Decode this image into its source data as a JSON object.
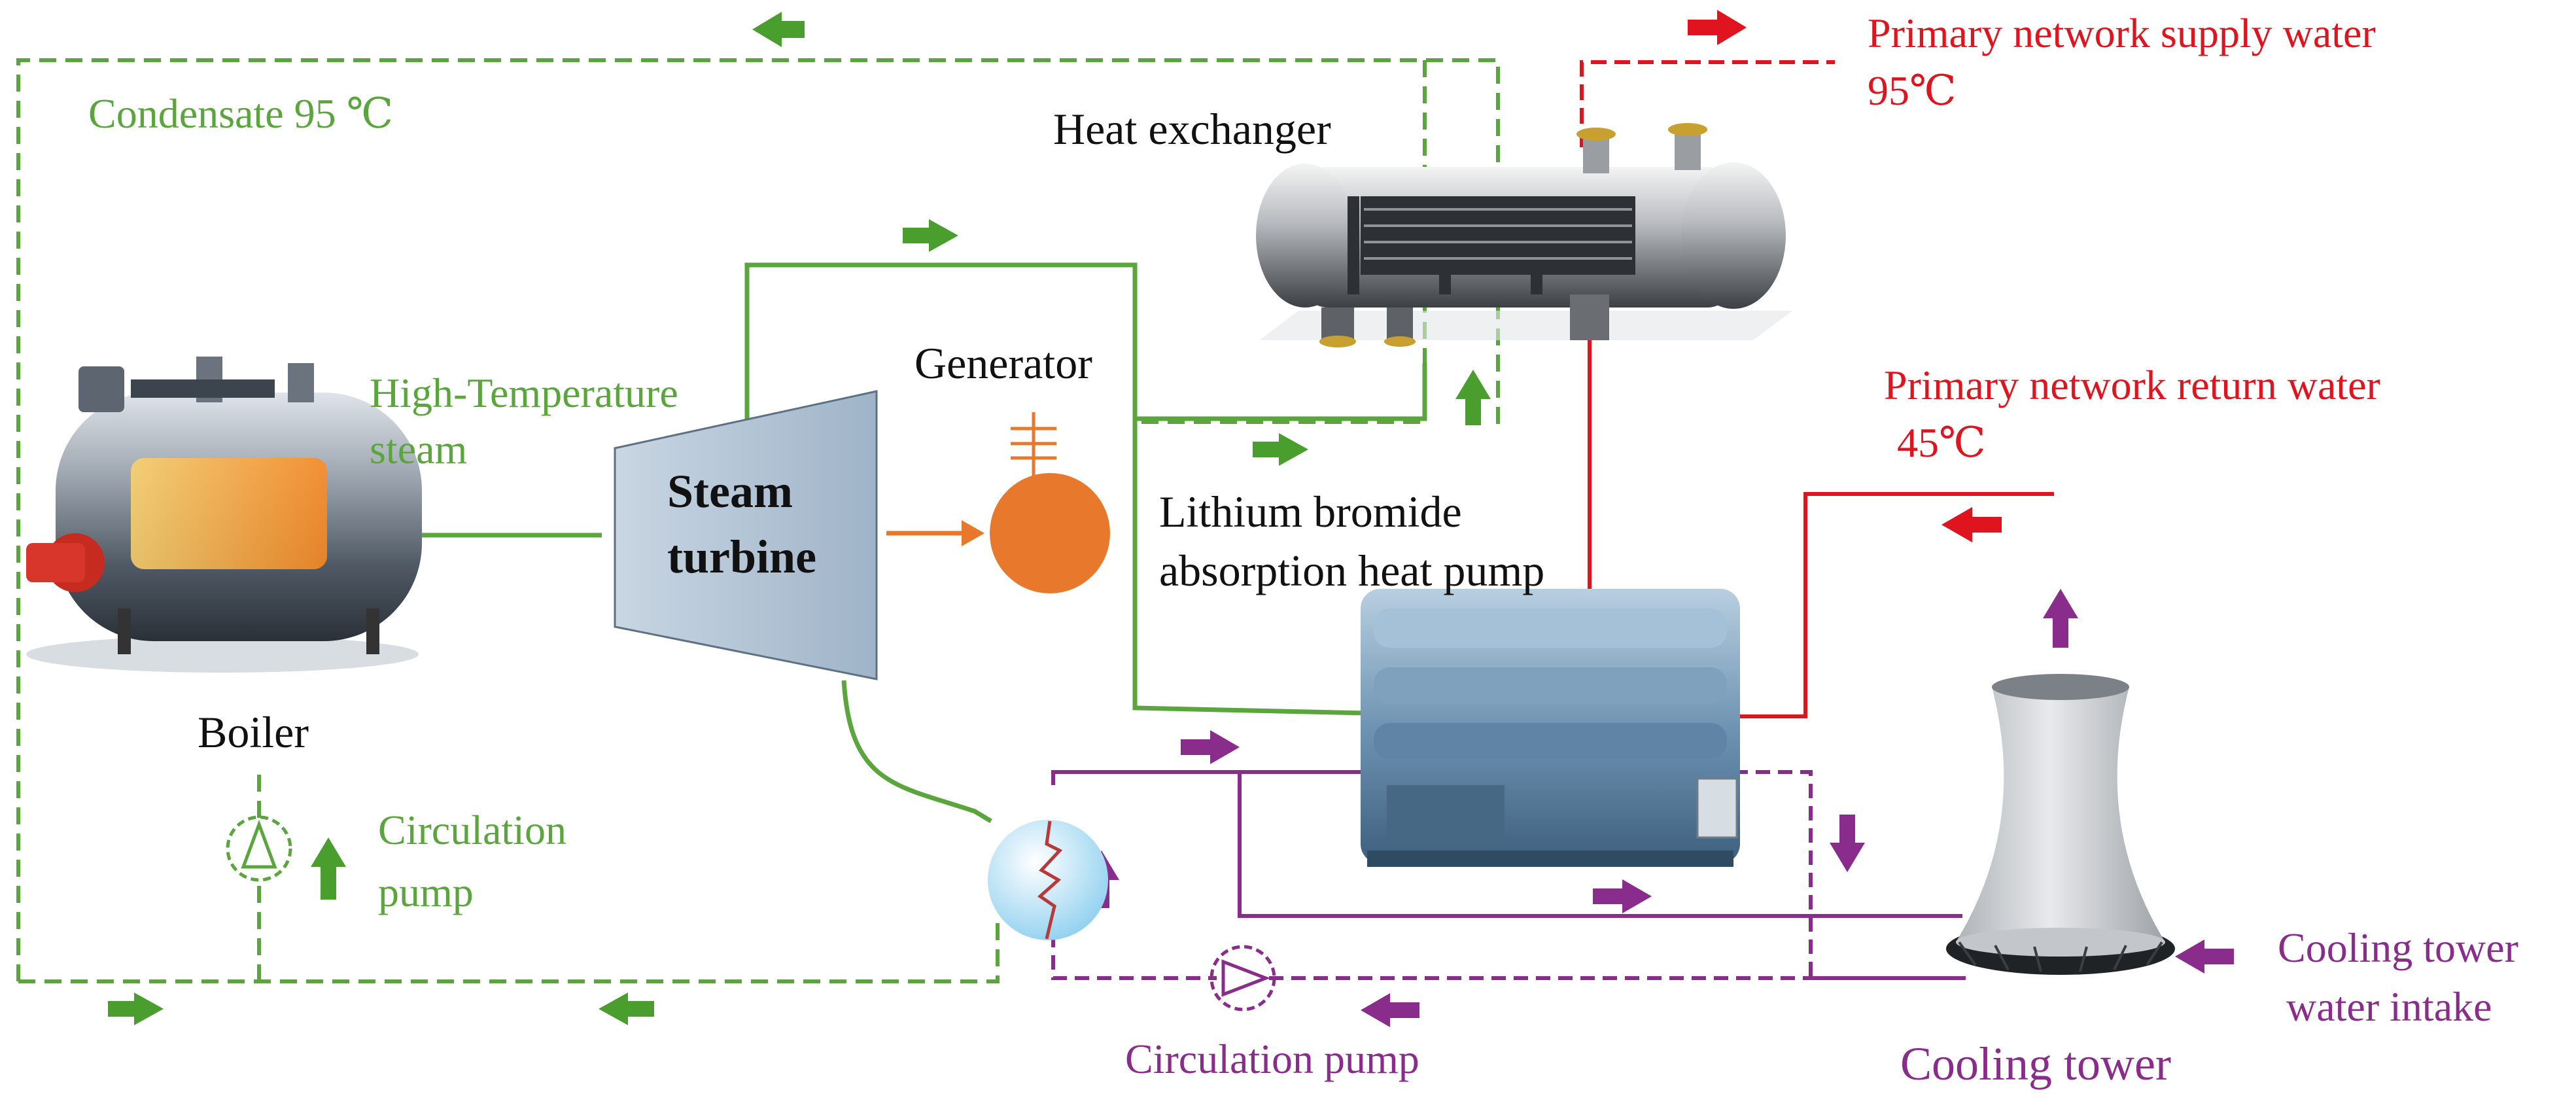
{
  "labels": {
    "condensate": "Condensate 95 ℃",
    "heat_exchanger": "Heat exchanger",
    "primary_supply_line1": "Primary network supply water",
    "primary_supply_line2": "95℃",
    "primary_return_line1": "Primary network return water",
    "primary_return_line2": "45℃",
    "generator": "Generator",
    "high_temp_line1": "High-Temperature",
    "high_temp_line2": "steam",
    "steam_turbine_line1": "Steam",
    "steam_turbine_line2": "turbine",
    "libr_line1": "Lithium bromide",
    "libr_line2": "absorption heat pump",
    "boiler": "Boiler",
    "circ_pump_green_line1": "Circulation",
    "circ_pump_green_line2": "pump",
    "circ_pump_purple": "Circulation pump",
    "cooling_tower": "Cooling tower",
    "cooling_intake_line1": "Cooling tower",
    "cooling_intake_line2": "water intake"
  },
  "colors": {
    "steam": "#5aa63c",
    "hot_water": "#e0141e",
    "cooling_water": "#8a2c8c",
    "power": "#e8782c",
    "text": "#111111"
  },
  "icons": {
    "boiler": "boiler-icon",
    "turbine": "steam-turbine-icon",
    "generator": "generator-icon",
    "heat_exchanger": "heat-exchanger-icon",
    "heat_pump": "absorption-heat-pump-icon",
    "condenser": "condenser-icon",
    "cooling_tower": "cooling-tower-icon",
    "pump": "pump-icon"
  }
}
